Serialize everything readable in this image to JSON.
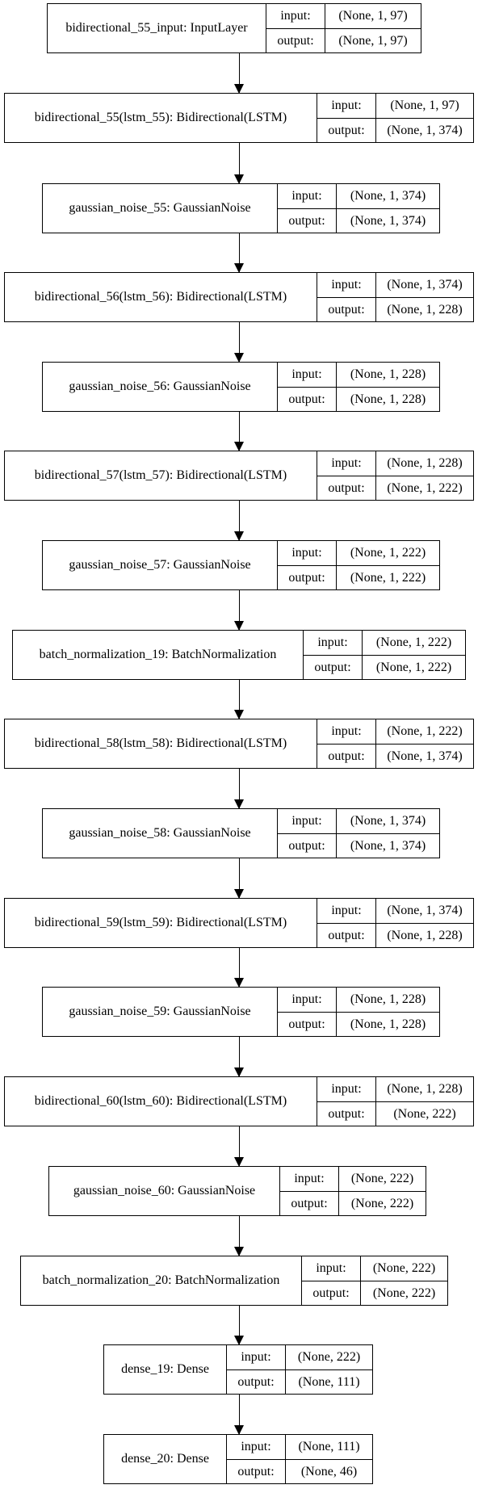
{
  "io_labels": {
    "input": "input:",
    "output": "output:"
  },
  "layers": [
    {
      "name": "bidirectional_55_input: InputLayer",
      "input": "(None, 1, 97)",
      "output": "(None, 1, 97)"
    },
    {
      "name": "bidirectional_55(lstm_55): Bidirectional(LSTM)",
      "input": "(None, 1, 97)",
      "output": "(None, 1, 374)"
    },
    {
      "name": "gaussian_noise_55: GaussianNoise",
      "input": "(None, 1, 374)",
      "output": "(None, 1, 374)"
    },
    {
      "name": "bidirectional_56(lstm_56): Bidirectional(LSTM)",
      "input": "(None, 1, 374)",
      "output": "(None, 1, 228)"
    },
    {
      "name": "gaussian_noise_56: GaussianNoise",
      "input": "(None, 1, 228)",
      "output": "(None, 1, 228)"
    },
    {
      "name": "bidirectional_57(lstm_57): Bidirectional(LSTM)",
      "input": "(None, 1, 228)",
      "output": "(None, 1, 222)"
    },
    {
      "name": "gaussian_noise_57: GaussianNoise",
      "input": "(None, 1, 222)",
      "output": "(None, 1, 222)"
    },
    {
      "name": "batch_normalization_19: BatchNormalization",
      "input": "(None, 1, 222)",
      "output": "(None, 1, 222)"
    },
    {
      "name": "bidirectional_58(lstm_58): Bidirectional(LSTM)",
      "input": "(None, 1, 222)",
      "output": "(None, 1, 374)"
    },
    {
      "name": "gaussian_noise_58: GaussianNoise",
      "input": "(None, 1, 374)",
      "output": "(None, 1, 374)"
    },
    {
      "name": "bidirectional_59(lstm_59): Bidirectional(LSTM)",
      "input": "(None, 1, 374)",
      "output": "(None, 1, 228)"
    },
    {
      "name": "gaussian_noise_59: GaussianNoise",
      "input": "(None, 1, 228)",
      "output": "(None, 1, 228)"
    },
    {
      "name": "bidirectional_60(lstm_60): Bidirectional(LSTM)",
      "input": "(None, 1, 228)",
      "output": "(None, 222)"
    },
    {
      "name": "gaussian_noise_60: GaussianNoise",
      "input": "(None, 222)",
      "output": "(None, 222)"
    },
    {
      "name": "batch_normalization_20: BatchNormalization",
      "input": "(None, 222)",
      "output": "(None, 222)"
    },
    {
      "name": "dense_19: Dense",
      "input": "(None, 222)",
      "output": "(None, 111)"
    },
    {
      "name": "dense_20: Dense",
      "input": "(None, 111)",
      "output": "(None, 46)"
    }
  ]
}
